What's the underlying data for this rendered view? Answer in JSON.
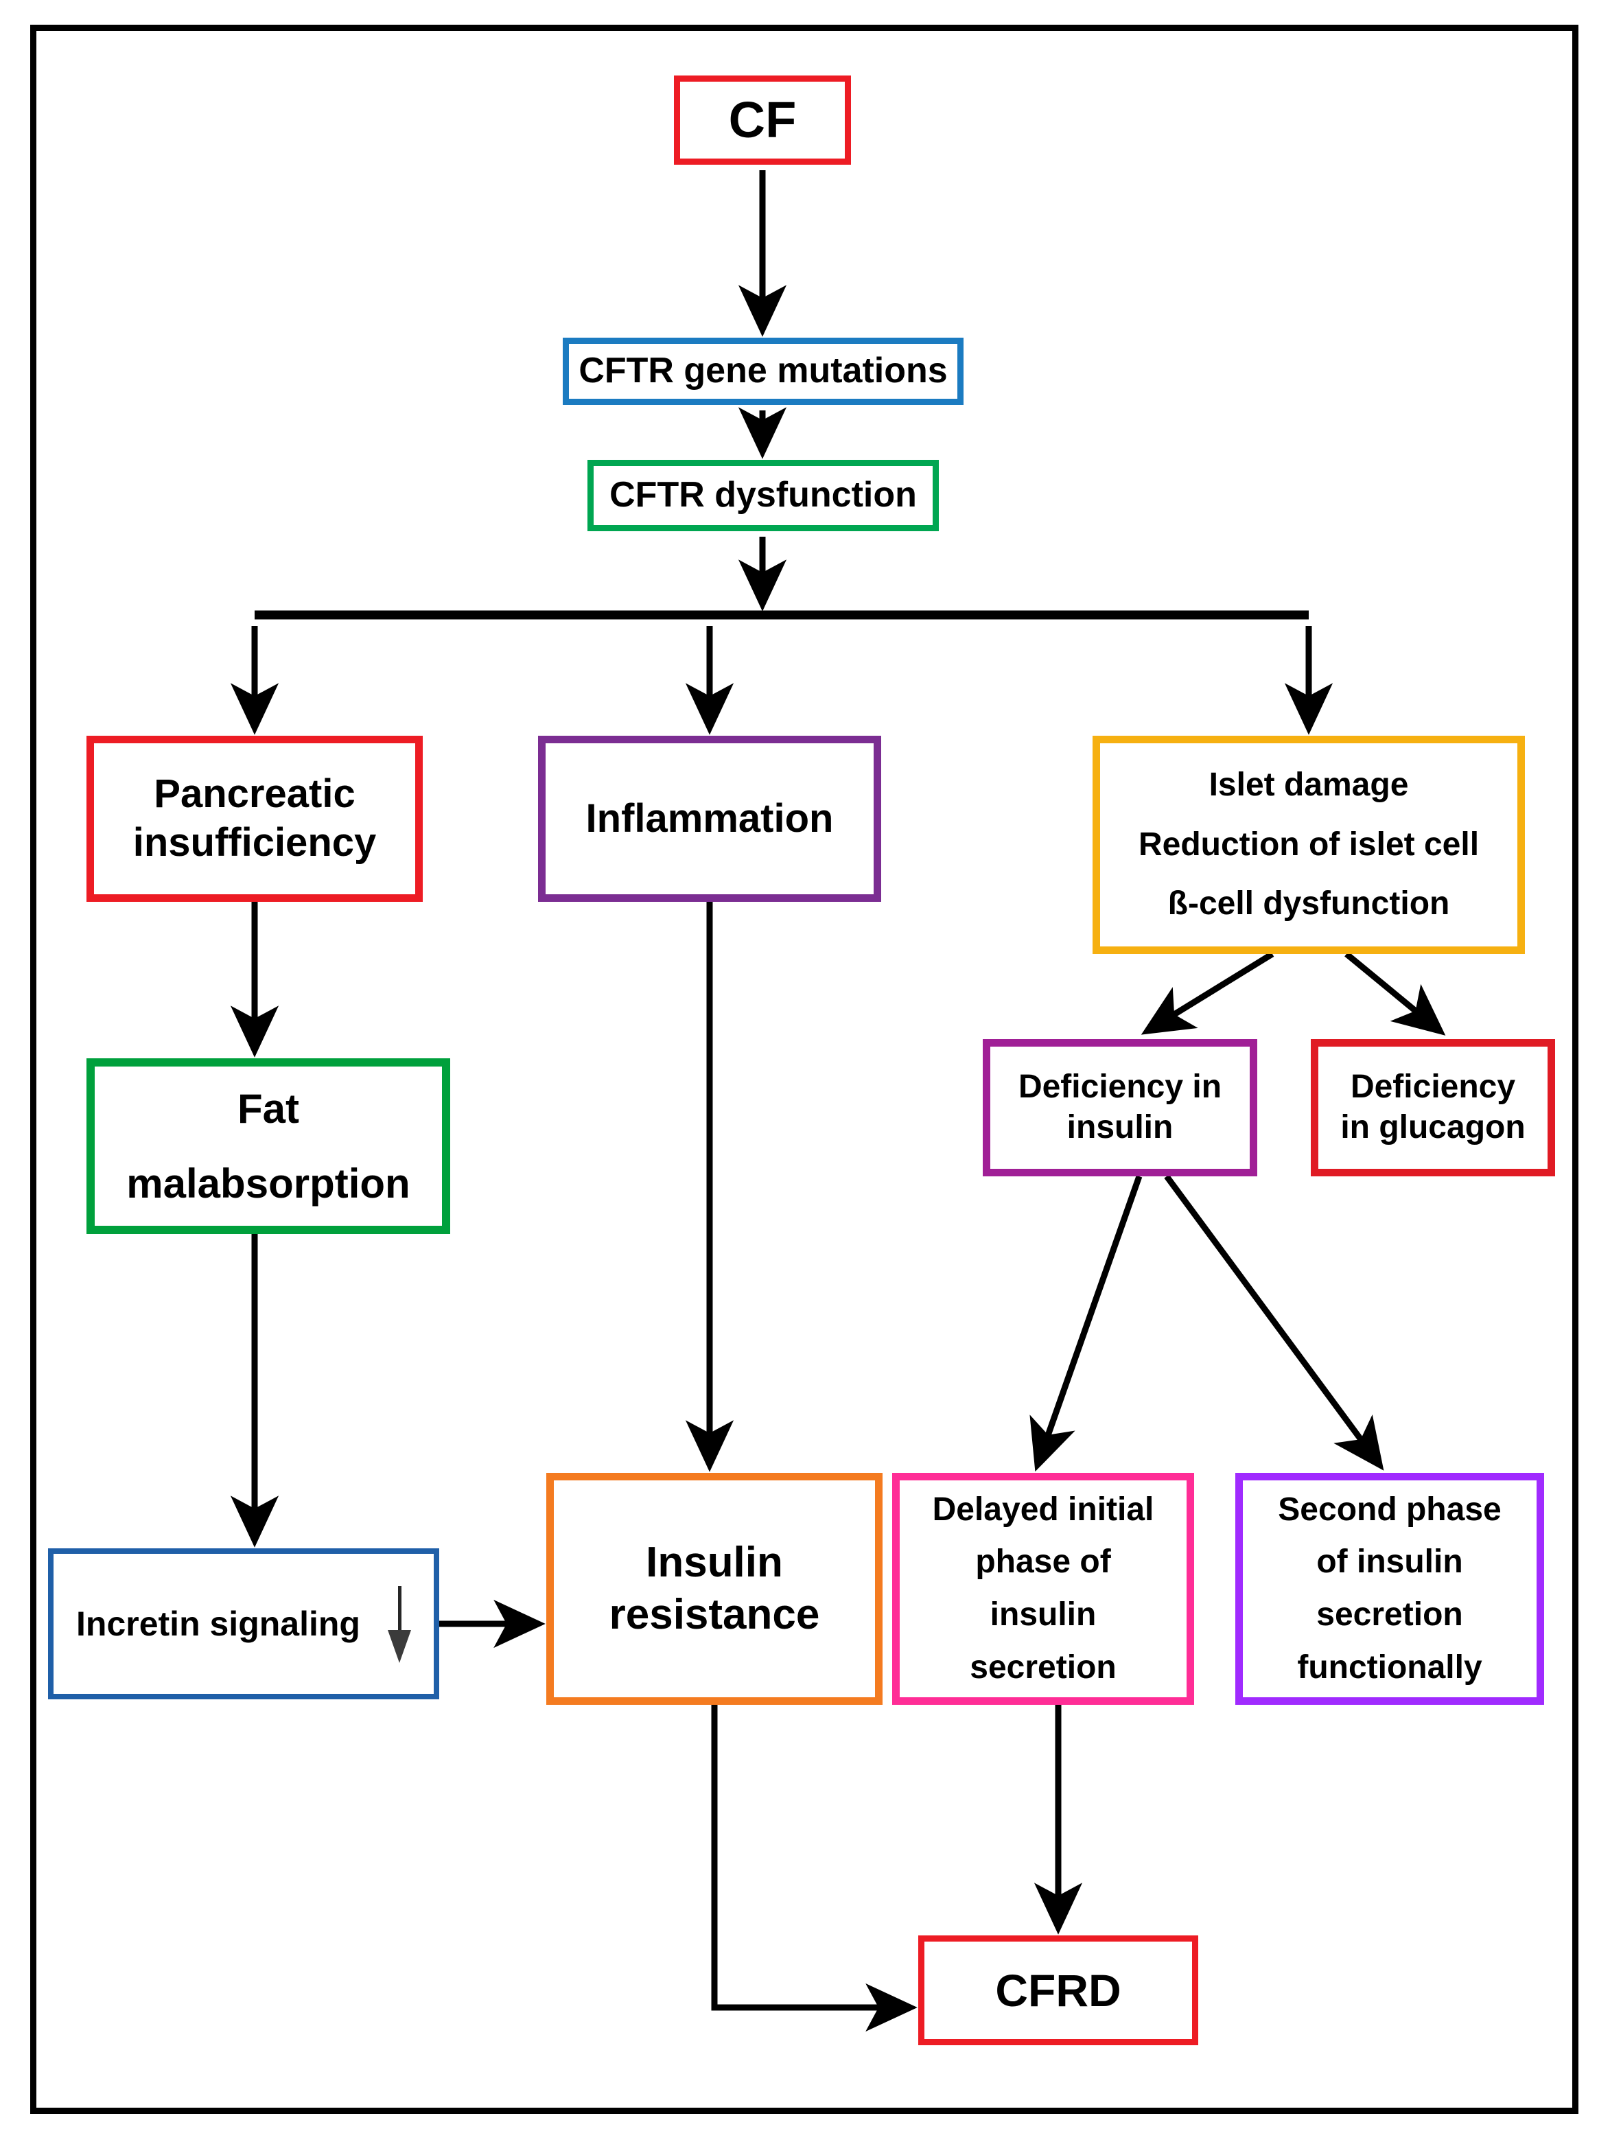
{
  "diagram": {
    "title_text": "",
    "frame_color": "#000000",
    "background": "#ffffff",
    "edge_color": "#000000"
  },
  "nodes": {
    "cf": {
      "label": "CF",
      "border_color": "#ed1c24"
    },
    "cftr_mutations": {
      "label": "CFTR gene mutations",
      "border_color": "#1b7bc1"
    },
    "cftr_dysfunction": {
      "label": "CFTR dysfunction",
      "border_color": "#00a651"
    },
    "pancreatic_insufficiency": {
      "lines": [
        "Pancreatic",
        "insufficiency"
      ],
      "border_color": "#ed1c24"
    },
    "inflammation": {
      "label": "Inflammation",
      "border_color": "#7b2d92"
    },
    "islet_damage": {
      "lines": [
        "Islet damage",
        "Reduction of islet cell",
        "ß-cell dysfunction"
      ],
      "border_color": "#f6b011"
    },
    "fat_malabsorption": {
      "lines": [
        "Fat",
        "malabsorption"
      ],
      "border_color": "#00a03c"
    },
    "deficiency_insulin": {
      "lines": [
        "Deficiency in",
        "insulin"
      ],
      "border_color": "#a01f96"
    },
    "deficiency_glucagon": {
      "lines": [
        "Deficiency",
        "in glucagon"
      ],
      "border_color": "#e01b24"
    },
    "incretin_signaling": {
      "label": "Incretin signaling",
      "arrow_symbol": "down-arrow",
      "border_color": "#1f5fa8"
    },
    "insulin_resistance": {
      "lines": [
        "Insulin",
        "resistance"
      ],
      "border_color": "#f47b20"
    },
    "delayed_initial_phase": {
      "lines": [
        "Delayed initial",
        "phase of",
        "insulin",
        "secretion"
      ],
      "border_color": "#ff2d96"
    },
    "second_phase": {
      "lines": [
        "Second phase",
        "of insulin",
        "secretion",
        "functionally"
      ],
      "border_color": "#a02bff"
    },
    "cfrd": {
      "label": "CFRD",
      "border_color": "#ed1c24"
    }
  },
  "edges": [
    {
      "from": "cf",
      "to": "cftr_mutations"
    },
    {
      "from": "cftr_mutations",
      "to": "cftr_dysfunction"
    },
    {
      "from": "cftr_dysfunction",
      "to": "branch_bar"
    },
    {
      "from": "branch_bar",
      "to": "pancreatic_insufficiency"
    },
    {
      "from": "branch_bar",
      "to": "inflammation"
    },
    {
      "from": "branch_bar",
      "to": "islet_damage"
    },
    {
      "from": "pancreatic_insufficiency",
      "to": "fat_malabsorption"
    },
    {
      "from": "fat_malabsorption",
      "to": "incretin_signaling"
    },
    {
      "from": "incretin_signaling",
      "to": "insulin_resistance"
    },
    {
      "from": "inflammation",
      "to": "insulin_resistance"
    },
    {
      "from": "islet_damage",
      "to": "deficiency_insulin"
    },
    {
      "from": "islet_damage",
      "to": "deficiency_glucagon"
    },
    {
      "from": "deficiency_insulin",
      "to": "delayed_initial_phase"
    },
    {
      "from": "deficiency_insulin",
      "to": "second_phase"
    },
    {
      "from": "delayed_initial_phase",
      "to": "cfrd"
    },
    {
      "from": "insulin_resistance",
      "to": "cfrd"
    }
  ]
}
